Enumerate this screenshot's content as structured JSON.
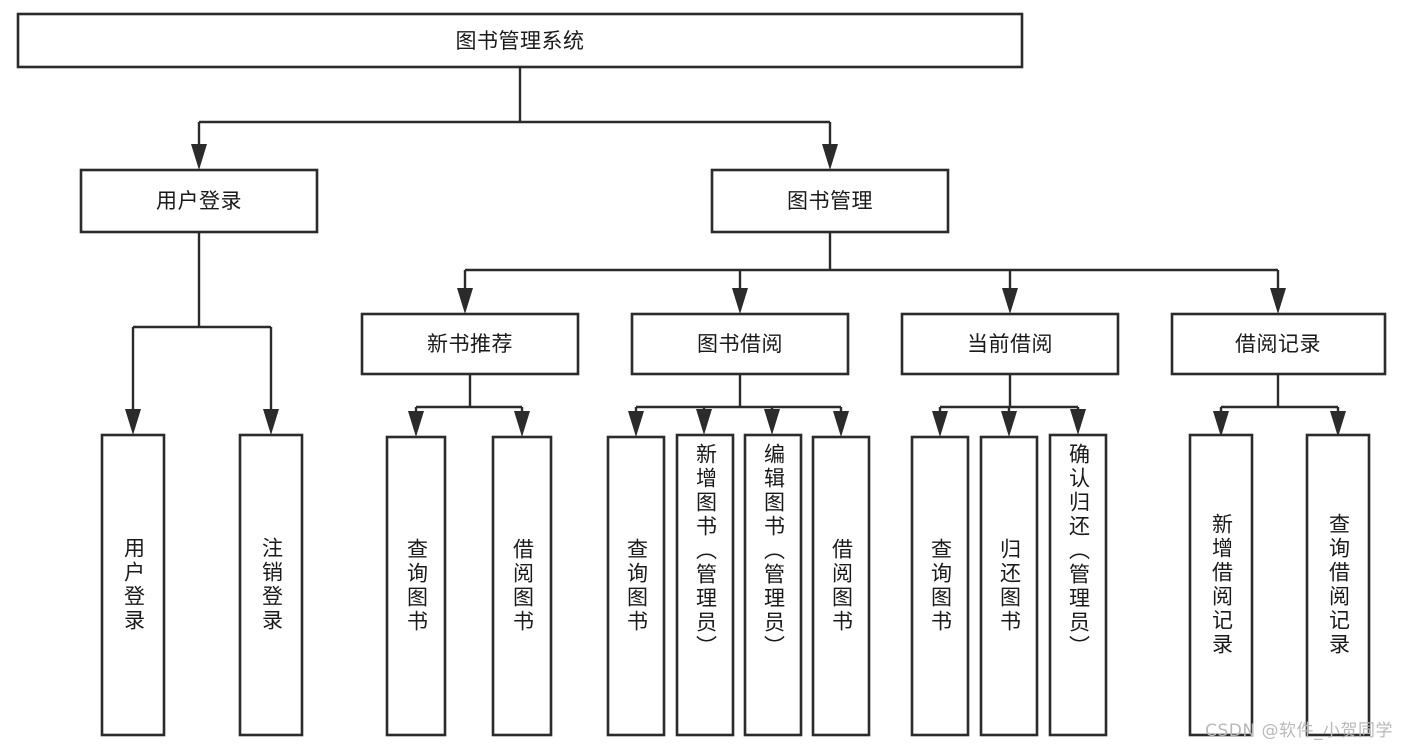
{
  "diagram": {
    "type": "tree-hierarchy",
    "title": "图书管理系统",
    "root": {
      "id": "root",
      "label": "图书管理系统",
      "orientation": "horizontal"
    },
    "level2": [
      {
        "id": "user-login",
        "label": "用户登录",
        "orientation": "horizontal"
      },
      {
        "id": "book-manage",
        "label": "图书管理",
        "orientation": "horizontal"
      }
    ],
    "level3": [
      {
        "id": "new-book-recommend",
        "label": "新书推荐",
        "orientation": "horizontal",
        "parent": "book-manage"
      },
      {
        "id": "book-borrow",
        "label": "图书借阅",
        "orientation": "horizontal",
        "parent": "book-manage"
      },
      {
        "id": "current-borrow",
        "label": "当前借阅",
        "orientation": "horizontal",
        "parent": "book-manage"
      },
      {
        "id": "borrow-record",
        "label": "借阅记录",
        "orientation": "horizontal",
        "parent": "book-manage"
      }
    ],
    "leaves": [
      {
        "id": "leaf-user-login",
        "label": "用户登录",
        "parent": "user-login",
        "orientation": "vertical"
      },
      {
        "id": "leaf-user-logout",
        "label": "注销登录",
        "parent": "user-login",
        "orientation": "vertical"
      },
      {
        "id": "leaf-query-book-1",
        "label": "查询图书",
        "parent": "new-book-recommend",
        "orientation": "vertical"
      },
      {
        "id": "leaf-borrow-book-1",
        "label": "借阅图书",
        "parent": "new-book-recommend",
        "orientation": "vertical"
      },
      {
        "id": "leaf-query-book-2",
        "label": "查询图书",
        "parent": "book-borrow",
        "orientation": "vertical"
      },
      {
        "id": "leaf-add-book",
        "label": "新增图书（管理员）",
        "parent": "book-borrow",
        "orientation": "vertical"
      },
      {
        "id": "leaf-edit-book",
        "label": "编辑图书（管理员）",
        "parent": "book-borrow",
        "orientation": "vertical"
      },
      {
        "id": "leaf-borrow-book-2",
        "label": "借阅图书",
        "parent": "book-borrow",
        "orientation": "vertical"
      },
      {
        "id": "leaf-query-book-3",
        "label": "查询图书",
        "parent": "current-borrow",
        "orientation": "vertical"
      },
      {
        "id": "leaf-return-book",
        "label": "归还图书",
        "parent": "current-borrow",
        "orientation": "vertical"
      },
      {
        "id": "leaf-confirm-return",
        "label": "确认归还（管理员）",
        "parent": "current-borrow",
        "orientation": "vertical"
      },
      {
        "id": "leaf-add-record",
        "label": "新增借阅记录",
        "parent": "borrow-record",
        "orientation": "vertical"
      },
      {
        "id": "leaf-query-record",
        "label": "查询借阅记录",
        "parent": "borrow-record",
        "orientation": "vertical"
      }
    ],
    "colors": {
      "background": "#ffffff",
      "box_fill": "#ffffff",
      "box_stroke": "#2b2b2b",
      "connector": "#2b2b2b",
      "text": "#1a1a1a",
      "watermark": "#b9b9b9"
    }
  },
  "watermark": {
    "text": "CSDN @软件_小贺同学"
  }
}
